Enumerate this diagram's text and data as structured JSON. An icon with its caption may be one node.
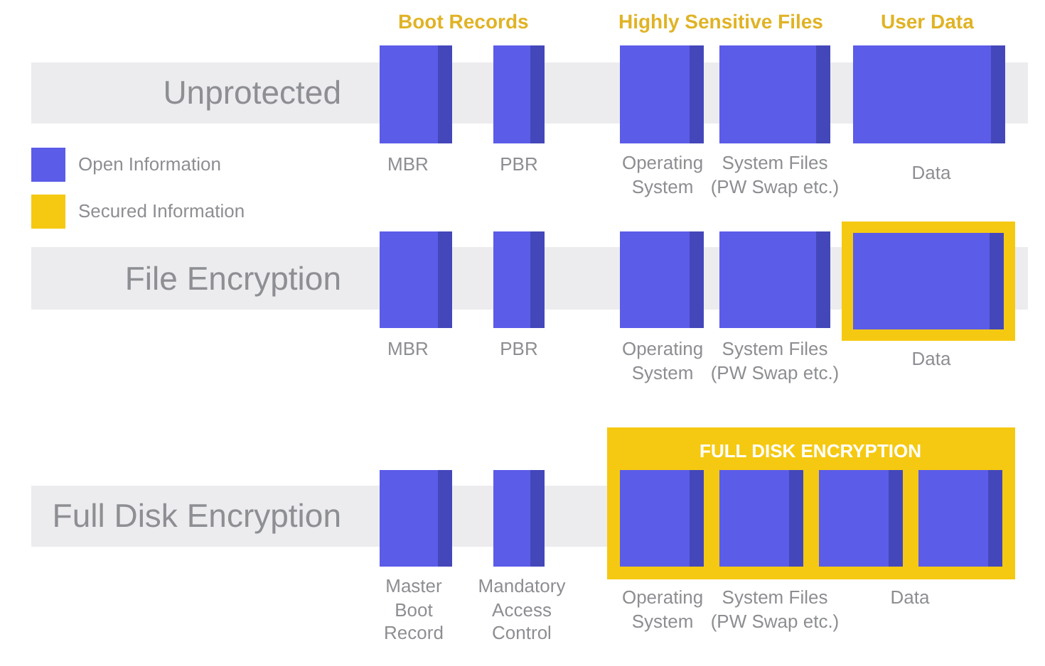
{
  "diagram": {
    "nodes": [
      {
        "text": [
          "Unprotected"
        ]
      },
      {
        "text": [],
        "shape": "box",
        "beside": [
          "MBR"
        ]
      },
      {
        "text": [],
        "shape": "box",
        "beside": [
          "PBR"
        ]
      },
      {
        "text": [],
        "shape": "box",
        "beside": [
          "Operating System"
        ]
      },
      {
        "text": [],
        "shape": "box",
        "beside": [
          "System Files (PW Swap etc.)"
        ]
      },
      {
        "text": [],
        "shape": "box",
        "beside": [
          "Data"
        ]
      },
      {
        "text": [
          "File Encryption"
        ]
      },
      {
        "text": [],
        "shape": "box",
        "beside": [
          "MBR"
        ]
      },
      {
        "text": [],
        "shape": "box",
        "beside": [
          "PBR"
        ]
      },
      {
        "text": [],
        "shape": "box",
        "beside": [
          "Operating System"
        ]
      },
      {
        "text": [],
        "shape": "box",
        "beside": [
          "System Files (PW Swap etc.)"
        ]
      },
      {
        "text": [],
        "shape": "box"
      },
      {
        "text": [],
        "shape": "box",
        "in": 11,
        "beside": [
          "Data"
        ]
      },
      {
        "text": [
          "Full Disk Encryption"
        ]
      },
      {
        "text": [],
        "shape": "box",
        "beside": [
          "Master Boot Record"
        ]
      },
      {
        "text": [],
        "shape": "box",
        "beside": [
          "Mandatory Access Control"
        ]
      },
      {
        "text": [
          "FULL DISK ENCRYPTION"
        ]
      },
      {
        "text": [],
        "shape": "box",
        "in": 16,
        "beside": [
          "Operating System"
        ]
      },
      {
        "text": [],
        "shape": "box",
        "in": 16,
        "beside": [
          "System Files (PW Swap etc.)"
        ]
      },
      {
        "text": [],
        "shape": "box",
        "in": 16
      },
      {
        "text": [],
        "shape": "box",
        "in": 16
      }
    ],
    "labels": [
      "Boot Records",
      "Highly Sensitive Files",
      "User Data",
      "Data"
    ],
    "legend": [
      {
        "text": "Open Information",
        "color": "#5b5ce8"
      },
      {
        "text": "Secured Information",
        "color": "#f5c911"
      }
    ]
  }
}
